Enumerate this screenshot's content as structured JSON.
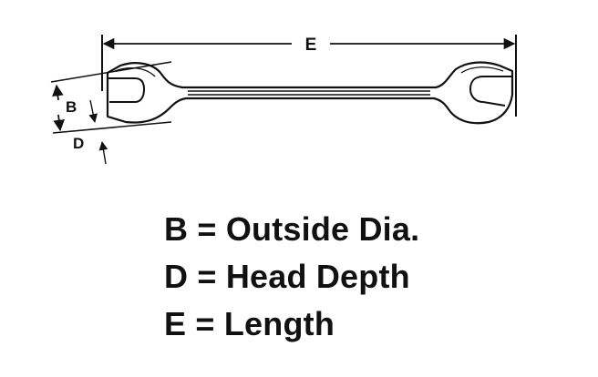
{
  "diagram": {
    "subject": "open-end wrench",
    "dimensions": [
      {
        "letter": "E",
        "meaning": "Length"
      },
      {
        "letter": "B",
        "meaning": "Outside Dia."
      },
      {
        "letter": "D",
        "meaning": "Head Depth"
      }
    ]
  },
  "legend": {
    "lines": [
      "B = Outside Dia.",
      "D = Head Depth",
      "E = Length"
    ]
  },
  "colors": {
    "ink": "#111111",
    "background": "#ffffff"
  }
}
